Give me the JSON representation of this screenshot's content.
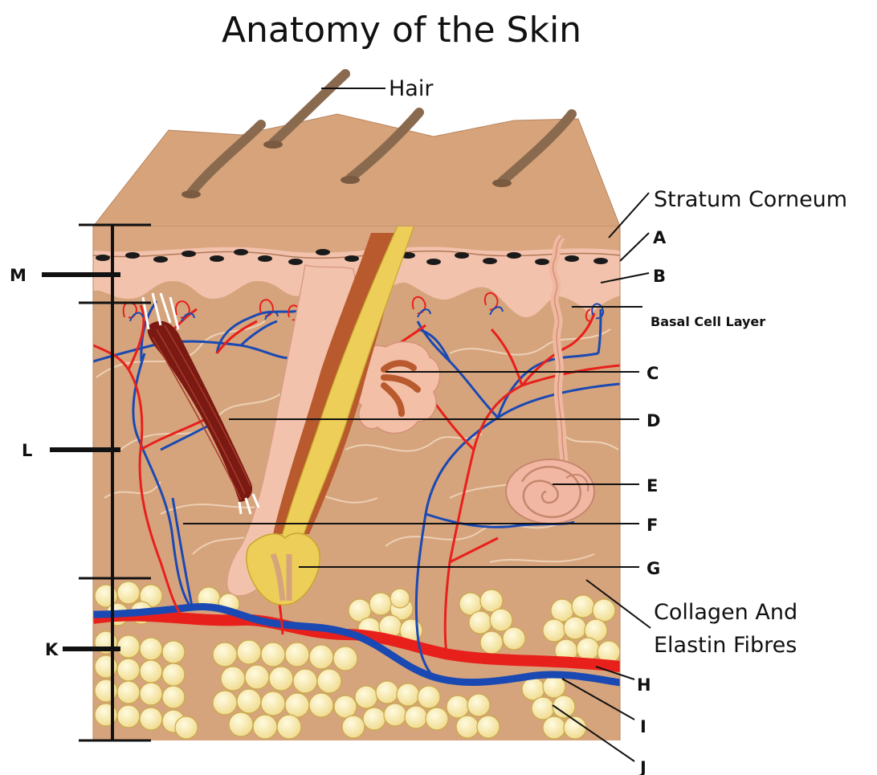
{
  "title": "Anatomy of the Skin",
  "labels": {
    "hair": "Hair",
    "stratum_corneum": "Stratum Corneum",
    "a": "A",
    "b": "B",
    "basal": "Basal Cell Layer",
    "c": "C",
    "d": "D",
    "e": "E",
    "f": "F",
    "g": "G",
    "collagen_line1": "Collagen And",
    "collagen_line2": "Elastin Fibres",
    "h": "H",
    "i": "I",
    "j": "J",
    "m": "M",
    "l": "L",
    "k": "K"
  },
  "colors": {
    "skin_surface": "#d6a37a",
    "epidermis": "#f3c2ad",
    "dermis": "#d6a47c",
    "fat": "#f6e9a6",
    "artery": "#e8201c",
    "vein": "#1a49b3",
    "hair": "#8a6a4f",
    "follicle": "#b85a2e",
    "muscle": "#7a1a12"
  }
}
